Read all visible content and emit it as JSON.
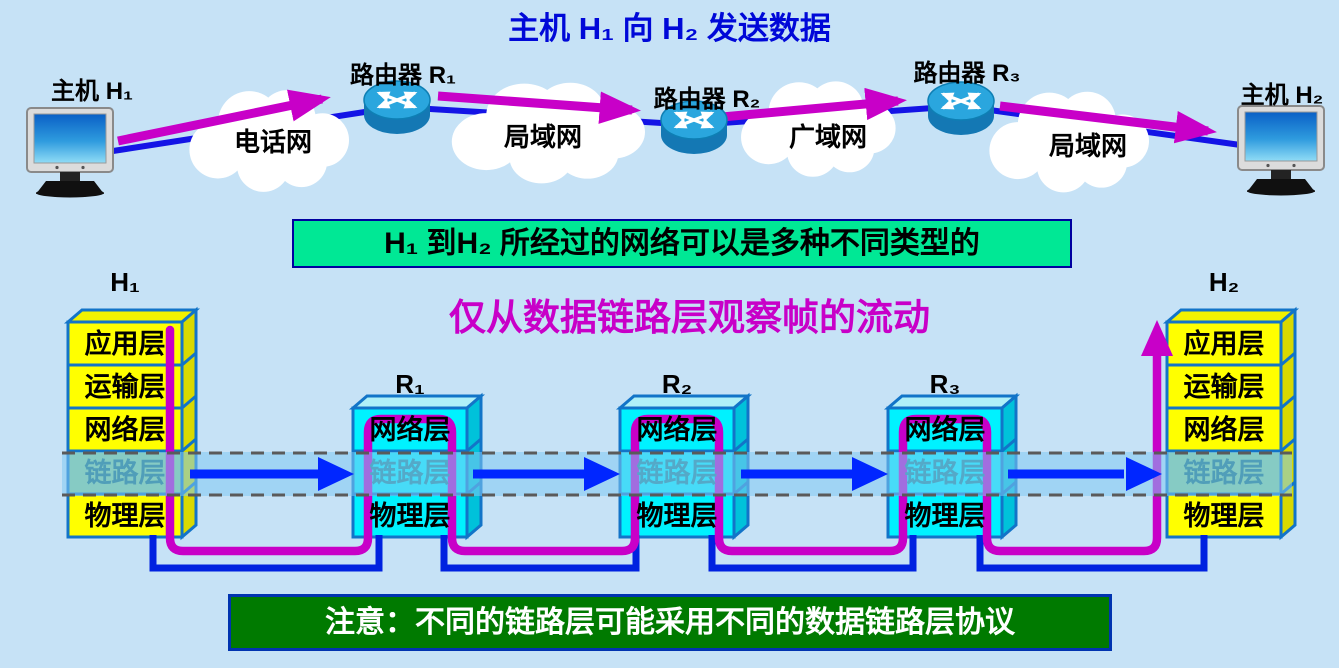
{
  "title": "主机 H₁ 向 H₂ 发送数据",
  "top_diagram": {
    "host_left_label": "主机 H₁",
    "host_right_label": "主机 H₂",
    "router_labels": [
      "路由器 R₁",
      "路由器 R₂",
      "路由器 R₃"
    ],
    "cloud_labels": [
      "电话网",
      "局域网",
      "广域网",
      "局域网"
    ]
  },
  "middle_banner": "H₁ 到H₂ 所经过的网络可以是多种不同类型的",
  "flow_subtitle": "仅从数据链路层观察帧的流动",
  "bottom_banner": "注意：不同的链路层可能采用不同的数据链路层协议",
  "stacks": {
    "h1": {
      "label": "H₁",
      "layers": [
        "应用层",
        "运输层",
        "网络层",
        "链路层",
        "物理层"
      ]
    },
    "r1": {
      "label": "R₁",
      "layers": [
        "网络层",
        "链路层",
        "物理层"
      ]
    },
    "r2": {
      "label": "R₂",
      "layers": [
        "网络层",
        "链路层",
        "物理层"
      ]
    },
    "r3": {
      "label": "R₃",
      "layers": [
        "网络层",
        "链路层",
        "物理层"
      ]
    },
    "h2": {
      "label": "H₂",
      "layers": [
        "应用层",
        "运输层",
        "网络层",
        "链路层",
        "物理层"
      ]
    }
  },
  "colors": {
    "background": "#C6E2F6",
    "title_blue": "#0008D8",
    "magenta_flow": "#C800C8",
    "physical_line_blue": "#1414E6",
    "band_arrow_blue": "#0026FF",
    "middle_banner_green": "#00E895",
    "bottom_banner_green": "#007A00",
    "host_layer_yellow": "#FFFF00",
    "router_layer_cyan": "#00F2FF",
    "link_layer_green": "#8CCF8C",
    "cell_border_blue": "#1274C8"
  }
}
